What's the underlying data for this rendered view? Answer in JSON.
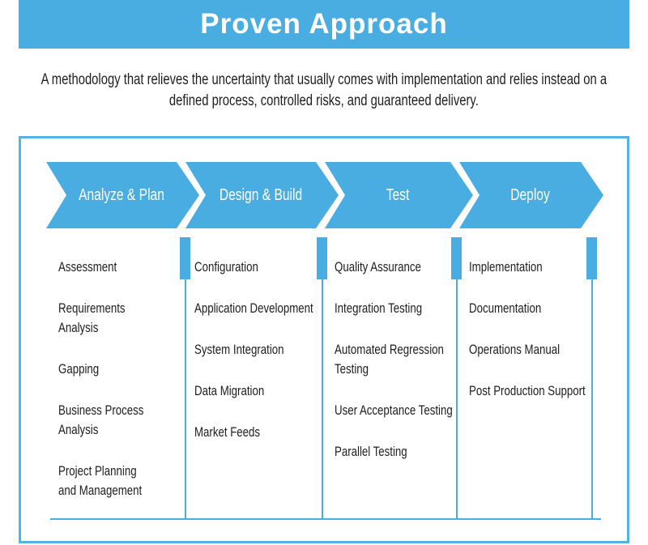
{
  "banner": {
    "title": "Proven Approach"
  },
  "subtitle": {
    "line1": "A methodology that relieves the uncertainty that usually comes with implementation and relies instead on a",
    "line2": "defined process, controlled risks, and guaranteed delivery."
  },
  "colors": {
    "primary_blue": "#49ADE1",
    "box_border_blue": "#55B3E3",
    "text_dark": "#1D1D1D",
    "text_on_blue": "#FFFFFF"
  },
  "phases": [
    {
      "label": "Analyze & Plan",
      "items": [
        "Assessment",
        "Requirements Analysis",
        "Gapping",
        "Business Process Analysis",
        "Project Planning and Management"
      ]
    },
    {
      "label": "Design & Build",
      "items": [
        "Configuration",
        "Application Development",
        "System Integration",
        "Data Migration",
        "Market Feeds"
      ]
    },
    {
      "label": "Test",
      "items": [
        "Quality Assurance",
        "Integration Testing",
        "Automated Regression Testing",
        "User Acceptance Testing",
        "Parallel Testing"
      ]
    },
    {
      "label": "Deploy",
      "items": [
        "Implementation",
        "Documentation",
        "Operations Manual",
        "Post Production Support"
      ]
    }
  ]
}
